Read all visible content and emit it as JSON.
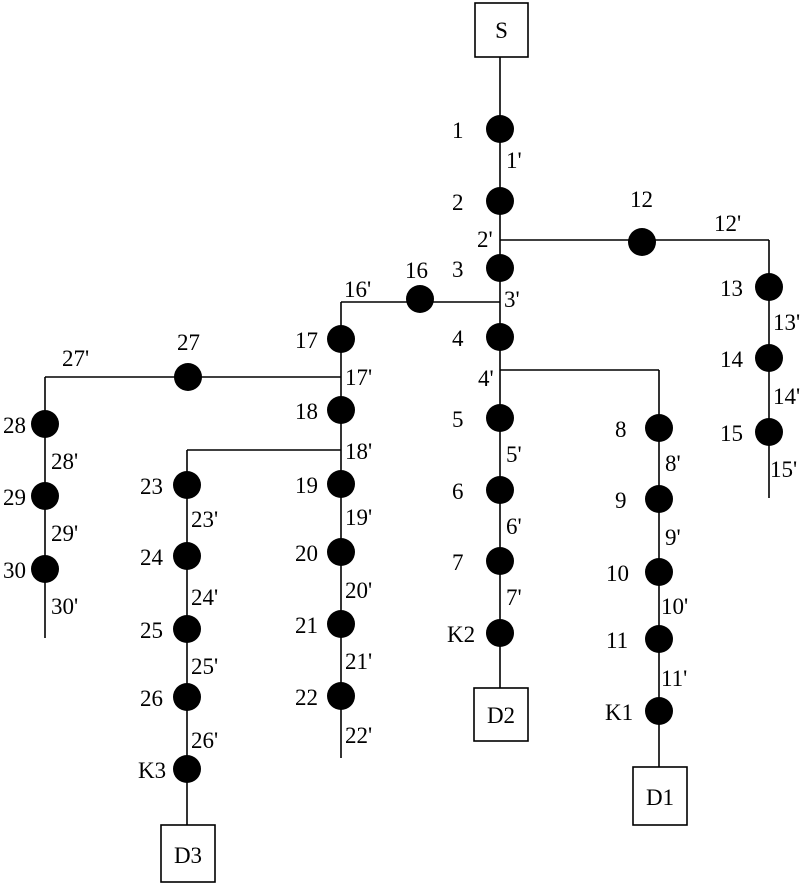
{
  "diagram": {
    "boxes": {
      "S": "S",
      "D1": "D1",
      "D2": "D2",
      "D3": "D3"
    },
    "nodes": {
      "n1": "1",
      "n2": "2",
      "n3": "3",
      "n4": "4",
      "n5": "5",
      "n6": "6",
      "n7": "7",
      "k2": "K2",
      "n8": "8",
      "n9": "9",
      "n10": "10",
      "n11": "11",
      "k1": "K1",
      "n12": "12",
      "n13": "13",
      "n14": "14",
      "n15": "15",
      "n16": "16",
      "n17": "17",
      "n18": "18",
      "n19": "19",
      "n20": "20",
      "n21": "21",
      "n22": "22",
      "n23": "23",
      "n24": "24",
      "n25": "25",
      "n26": "26",
      "k3": "K3",
      "n27": "27",
      "n28": "28",
      "n29": "29",
      "n30": "30"
    },
    "edges": {
      "e1": "1'",
      "e2": "2'",
      "e3": "3'",
      "e4": "4'",
      "e5": "5'",
      "e6": "6'",
      "e7": "7'",
      "e8": "8'",
      "e9": "9'",
      "e10": "10'",
      "e11": "11'",
      "e12": "12'",
      "e13": "13'",
      "e14": "14'",
      "e15": "15'",
      "e16": "16'",
      "e17": "17'",
      "e18": "18'",
      "e19": "19'",
      "e20": "20'",
      "e21": "21'",
      "e22": "22'",
      "e23": "23'",
      "e24": "24'",
      "e25": "25'",
      "e26": "26'",
      "e27": "27'",
      "e28": "28'",
      "e29": "29'",
      "e30": "30'"
    }
  }
}
